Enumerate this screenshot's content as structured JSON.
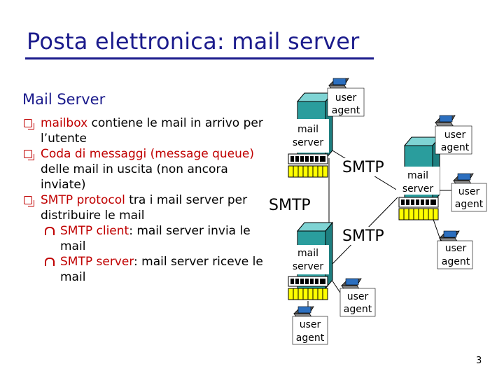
{
  "title": "Posta elettronica: mail server",
  "heading": "Mail Server",
  "bullets": [
    {
      "highlight": "mailbox",
      "text": " contiene le mail in arrivo per l’utente"
    },
    {
      "highlight": "Coda di messaggi (message queue)",
      "text": " delle mail in uscita (non ancora inviate)"
    },
    {
      "highlight": "SMTP protocol",
      "text": " tra i mail server per distribuire le mail"
    }
  ],
  "subbullets": [
    {
      "highlight": "SMTP client",
      "text": ": mail server invia  le mail"
    },
    {
      "highlight": "SMTP server",
      "text": ": mail server riceve le mail"
    }
  ],
  "diagram": {
    "mail_server_label": [
      "mail",
      "server"
    ],
    "user_agent_label": [
      "user",
      "agent"
    ],
    "protocol_label": "SMTP"
  },
  "page_number": "3",
  "colors": {
    "title": "#1b1b8c",
    "highlight": "#c00000",
    "queue": "#ffff00",
    "server": "#2a9d9d"
  }
}
